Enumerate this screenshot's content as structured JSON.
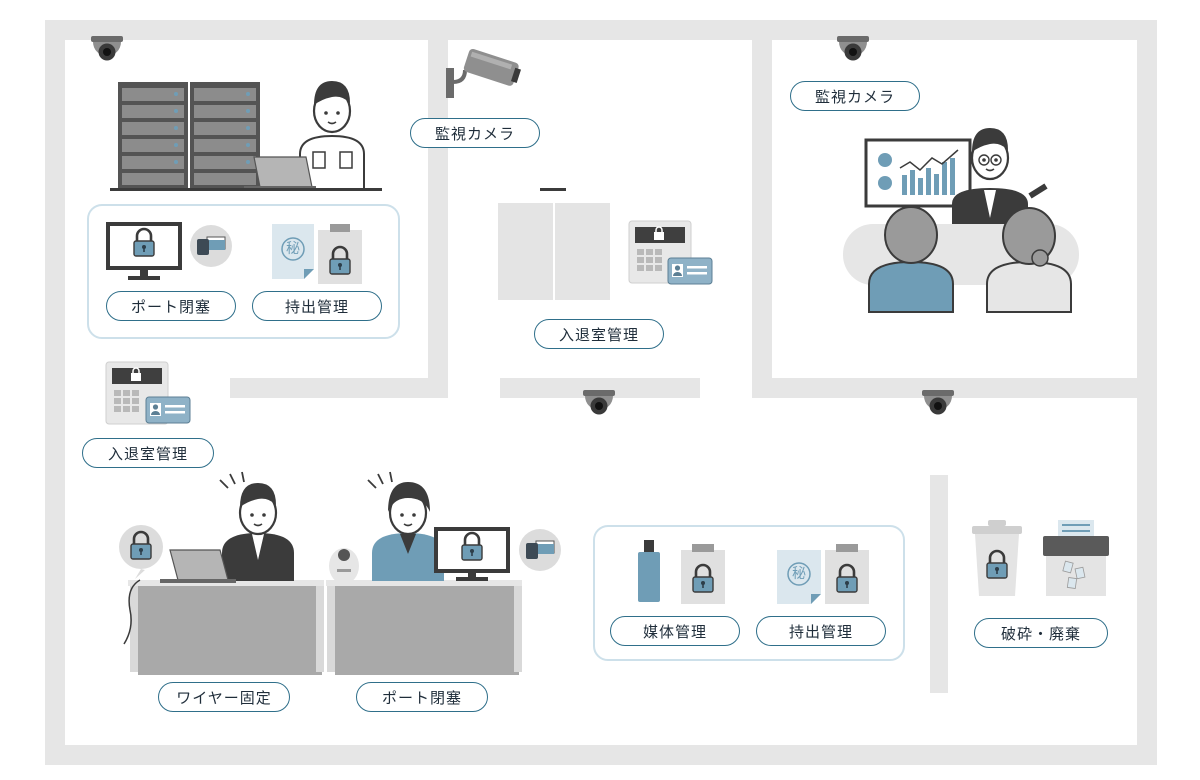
{
  "labels": {
    "camera_label_center": "監視カメラ",
    "camera_label_meeting": "監視カメラ",
    "port_block_top": "ポート閉塞",
    "carryout_top": "持出管理",
    "access_center": "入退室管理",
    "access_left": "入退室管理",
    "wire_lock": "ワイヤー固定",
    "port_block_bottom": "ポート閉塞",
    "media_mgmt": "媒体管理",
    "carryout_bottom": "持出管理",
    "shred_dispose": "破砕・廃棄",
    "confidential_mark_1": "秘",
    "confidential_mark_2": "秘"
  },
  "colors": {
    "wall": "#e6e6e6",
    "pill_border": "#2f6f8a",
    "lock": "#6f9db6",
    "dark": "#3b3b3b",
    "panel_border": "#cde0ea"
  },
  "icons": [
    "dome-camera-icon",
    "wall-camera-icon",
    "server-rack-icon",
    "lock-icon",
    "usb-icon",
    "keypad-icon",
    "id-card-icon",
    "usb-stick-icon",
    "shredder-icon",
    "trash-can-icon",
    "whiteboard-chart-icon",
    "laptop-icon",
    "monitor-icon"
  ]
}
